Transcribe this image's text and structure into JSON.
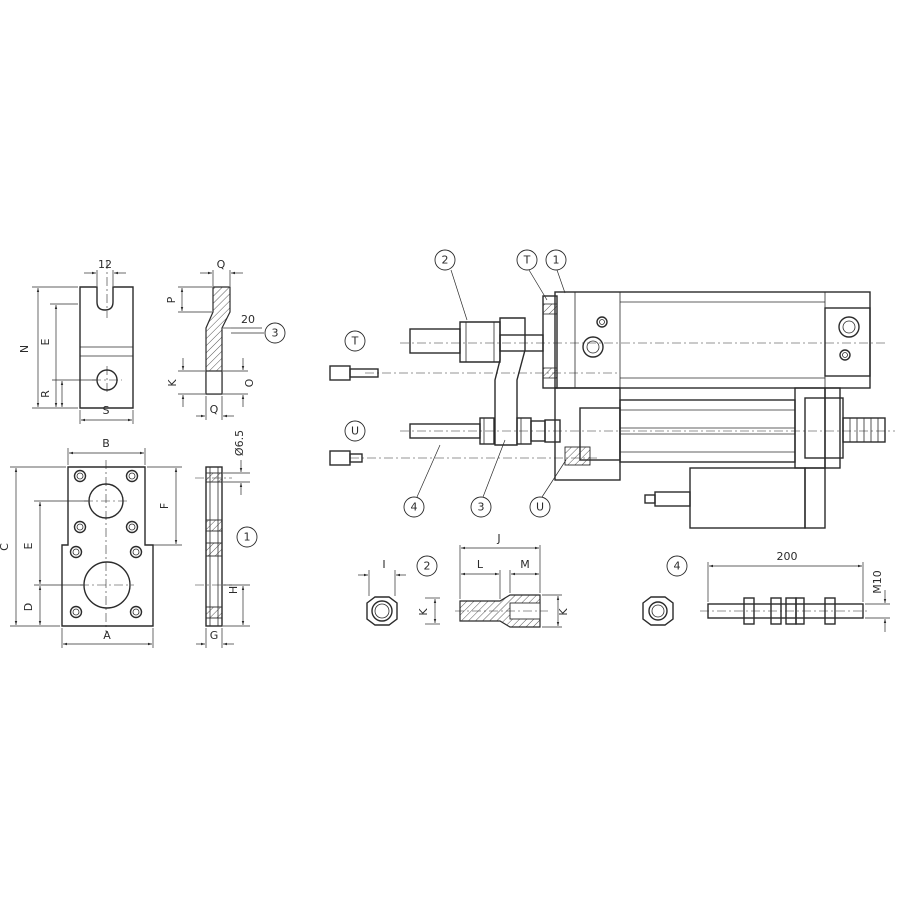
{
  "dimensions": {
    "d12": "12",
    "q_top": "Q",
    "p": "P",
    "d20": "20",
    "n": "N",
    "e_top": "E",
    "r": "R",
    "s": "S",
    "k_left": "K",
    "o": "O",
    "q_bot": "Q",
    "b": "B",
    "c": "C",
    "e_plate": "E",
    "f": "F",
    "d": "D",
    "a": "A",
    "phi65": "Ø6.5",
    "h": "H",
    "g": "G",
    "i": "I",
    "j": "J",
    "l": "L",
    "m": "M",
    "k_nut": "K",
    "k_coupler": "K",
    "d200": "200",
    "m10": "M10"
  },
  "callouts": {
    "c1_side": "1",
    "c3_bracket": "3",
    "c2_top": "2",
    "ct_top": "T",
    "c1_top": "1",
    "ct_left": "T",
    "cu_left": "U",
    "c4_bottom": "4",
    "c3_bottom": "3",
    "cu_bottom": "U",
    "c2_part": "2",
    "c4_part": "4"
  }
}
